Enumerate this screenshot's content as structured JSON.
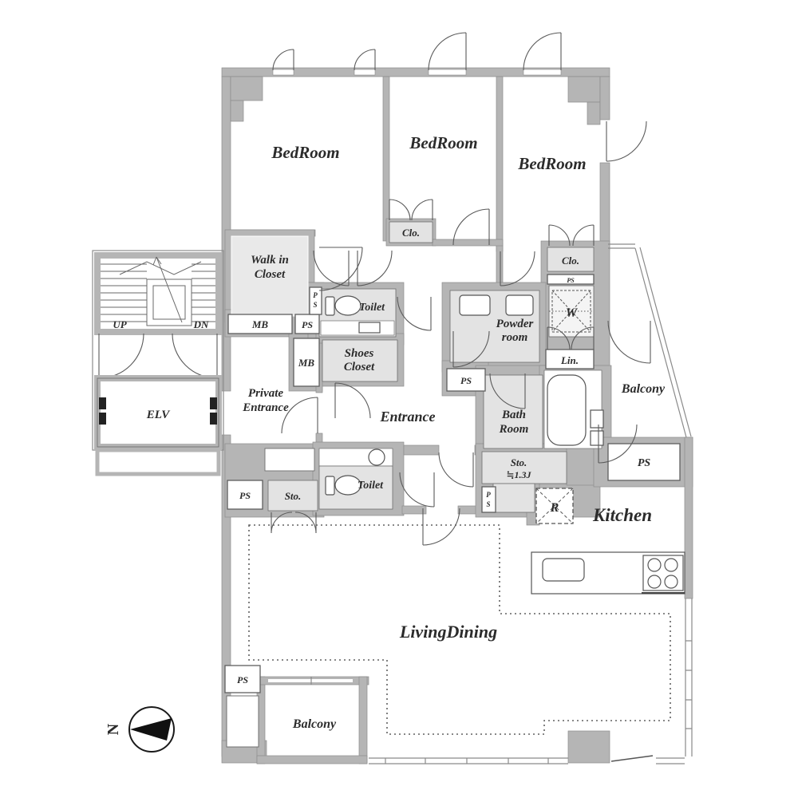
{
  "labels": {
    "bedroom": "BedRoom",
    "walk_in": "Walk in",
    "closet": "Closet",
    "clo": "Clo.",
    "ps": "PS",
    "p": "P",
    "s": "S",
    "mb": "MB",
    "toilet": "Toilet",
    "shoes": "Shoes",
    "entrance": "Entrance",
    "private": "Private",
    "powder": "Powder",
    "room_lower": "room",
    "bath": "Bath",
    "room": "Room",
    "washer": "W",
    "linen": "Lin.",
    "balcony": "Balcony",
    "sto": "Sto.",
    "sto_size": "≒1.3J",
    "fridge": "R",
    "kitchen": "Kitchen",
    "living_dining": "LivingDining",
    "elv": "ELV",
    "up": "UP",
    "dn": "DN",
    "north": "N"
  },
  "colors": {
    "wall": "#b5b5b5",
    "service_room": "#e3e3e3",
    "line": "#5a5a5a",
    "text": "#2b2b2b",
    "background": "#ffffff",
    "compass": "#111111"
  }
}
